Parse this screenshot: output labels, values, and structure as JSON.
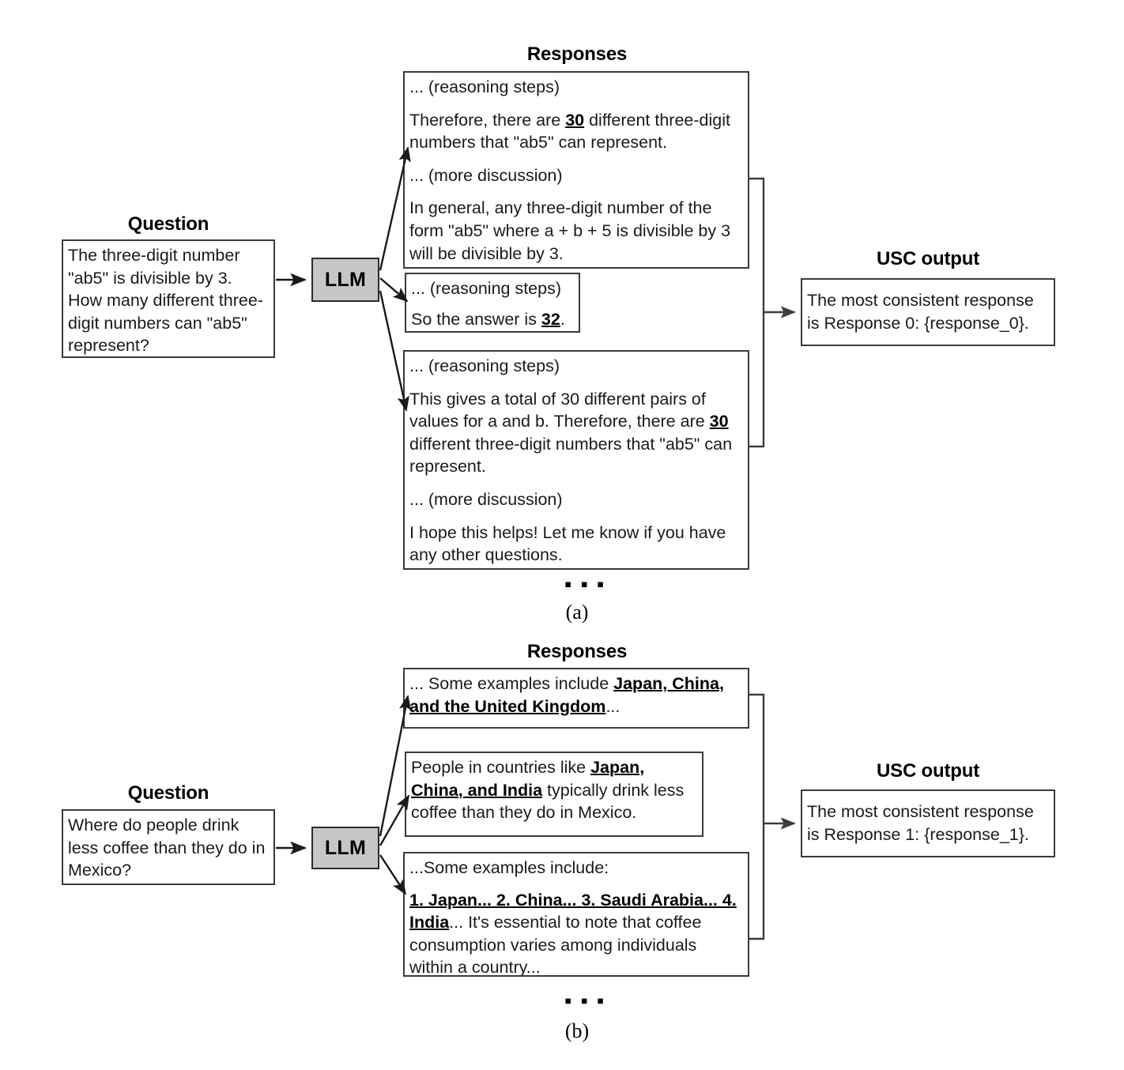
{
  "figure": {
    "panels": [
      {
        "id": "a",
        "label": "(a)",
        "question_header": "Question",
        "question_text": "The three-digit number \"ab5\" is divisible by 3. How many different three-digit numbers can \"ab5\" represent?",
        "llm_label": "LLM",
        "responses_header": "Responses",
        "ellipsis": "▪ ▪ ▪",
        "responses": [
          {
            "index": 0,
            "lines": [
              {
                "segments": [
                  {
                    "text": "... (reasoning steps)",
                    "style": "normal"
                  }
                ]
              },
              {
                "segments": [
                  {
                    "text": "Therefore, there are ",
                    "style": "normal"
                  },
                  {
                    "text": "30",
                    "style": "bold-underline"
                  },
                  {
                    "text": " different three-digit numbers that \"ab5\" can represent.",
                    "style": "normal"
                  }
                ]
              },
              {
                "segments": [
                  {
                    "text": "... (more discussion)",
                    "style": "normal"
                  }
                ]
              },
              {
                "segments": [
                  {
                    "text": "In general, any three-digit number of the form \"ab5\" where a + b + 5 is divisible by 3 will be divisible by 3.",
                    "style": "normal"
                  }
                ]
              }
            ]
          },
          {
            "index": 1,
            "lines": [
              {
                "segments": [
                  {
                    "text": "... (reasoning steps)",
                    "style": "normal"
                  }
                ]
              },
              {
                "segments": [
                  {
                    "text": "So the answer is ",
                    "style": "normal"
                  },
                  {
                    "text": "32",
                    "style": "bold-underline"
                  },
                  {
                    "text": ".",
                    "style": "normal"
                  }
                ]
              }
            ]
          },
          {
            "index": 2,
            "lines": [
              {
                "segments": [
                  {
                    "text": "... (reasoning steps)",
                    "style": "normal"
                  }
                ]
              },
              {
                "segments": [
                  {
                    "text": "This gives a total of 30 different pairs of values for a and b. Therefore, there are ",
                    "style": "normal"
                  },
                  {
                    "text": "30",
                    "style": "bold-underline"
                  },
                  {
                    "text": " different three-digit numbers that \"ab5\" can represent.",
                    "style": "normal"
                  }
                ]
              },
              {
                "segments": [
                  {
                    "text": "... (more discussion)",
                    "style": "normal"
                  }
                ]
              },
              {
                "segments": [
                  {
                    "text": "I hope this helps! Let me know if you have any other questions.",
                    "style": "normal"
                  }
                ]
              }
            ]
          }
        ],
        "output_header": "USC output",
        "output_text": "The most consistent response is Response 0: {response_0}."
      },
      {
        "id": "b",
        "label": "(b)",
        "question_header": "Question",
        "question_text": "Where do people drink less coffee than they do in Mexico?",
        "llm_label": "LLM",
        "responses_header": "Responses",
        "ellipsis": "▪ ▪ ▪",
        "responses": [
          {
            "index": 0,
            "lines": [
              {
                "segments": [
                  {
                    "text": "... Some examples include ",
                    "style": "normal"
                  },
                  {
                    "text": "Japan, China, and the United Kingdom",
                    "style": "bold-underline"
                  },
                  {
                    "text": "...",
                    "style": "normal"
                  }
                ]
              }
            ]
          },
          {
            "index": 1,
            "lines": [
              {
                "segments": [
                  {
                    "text": "People in countries like ",
                    "style": "normal"
                  },
                  {
                    "text": "Japan, China, and India",
                    "style": "bold-underline"
                  },
                  {
                    "text": " typically drink less coffee than they do in Mexico.",
                    "style": "normal"
                  }
                ]
              }
            ]
          },
          {
            "index": 2,
            "lines": [
              {
                "segments": [
                  {
                    "text": "...Some examples include:",
                    "style": "normal"
                  }
                ]
              },
              {
                "segments": [
                  {
                    "text": "1. Japan... 2. China... 3. Saudi Arabia... 4. India",
                    "style": "bold-underline"
                  },
                  {
                    "text": "... It's essential to note that coffee consumption varies among individuals within a country...",
                    "style": "normal"
                  }
                ]
              }
            ]
          }
        ],
        "output_header": "USC output",
        "output_text": "The most consistent response is Response 1: {response_1}."
      }
    ]
  },
  "colors": {
    "llm_fill": "#c6c6c6",
    "box_stroke": "#3a3a3a",
    "text": "#1a1a1a",
    "background": "#ffffff"
  }
}
